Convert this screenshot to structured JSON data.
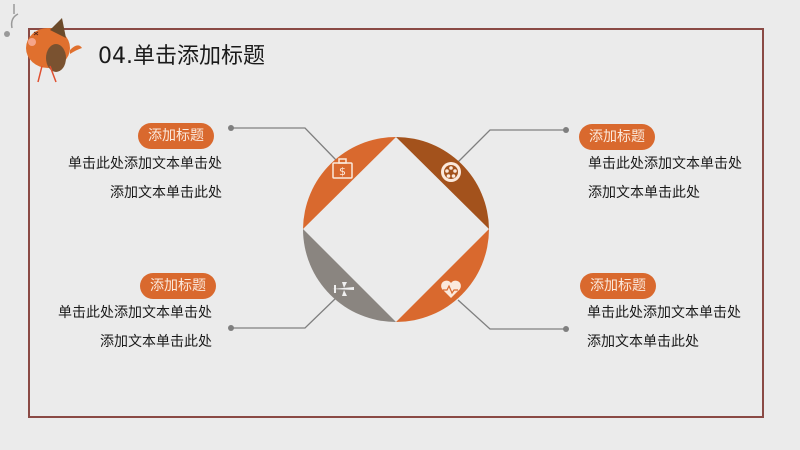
{
  "slide": {
    "title": "04.单击添加标题"
  },
  "colors": {
    "accent": "#d9692e",
    "brown": "#a3521c",
    "gray": "#8a8580",
    "frame": "#8a4a45"
  },
  "items": [
    {
      "title": "添加标题",
      "line1": "单击此处添加文本单击处",
      "line2": "添加文本单击此处",
      "icon": "suitcase-dollar-icon"
    },
    {
      "title": "添加标题",
      "line1": "单击此处添加文本单击处",
      "line2": "添加文本单击此处",
      "icon": "film-reel-icon"
    },
    {
      "title": "添加标题",
      "line1": "单击此处添加文本单击处",
      "line2": "添加文本单击此处",
      "icon": "airplane-icon"
    },
    {
      "title": "添加标题",
      "line1": "单击此处添加文本单击处",
      "line2": "添加文本单击此处",
      "icon": "heart-pulse-icon"
    }
  ]
}
